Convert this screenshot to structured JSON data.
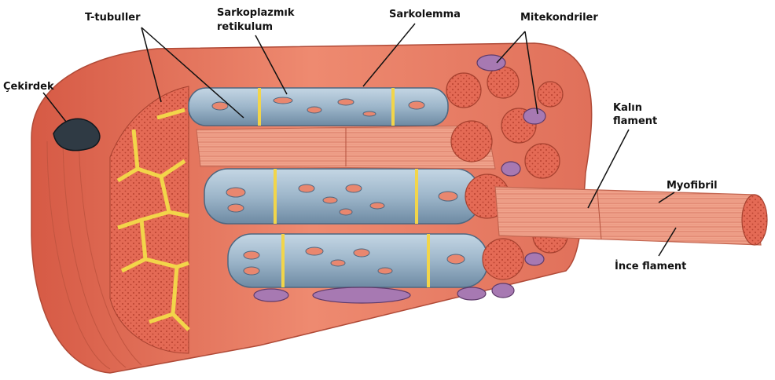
{
  "labels": {
    "t_tubuller": "T-tubuller",
    "sarkoplazmik_line1": "Sarkoplazmık",
    "sarkoplazmik_line2": "retikulum",
    "sarkolemma": "Sarkolemma",
    "mitekondriler": "Mitekondriler",
    "cekirdek": "Çekirdek",
    "kalin_line1": "Kalın",
    "kalin_line2": "flament",
    "myofibril": "Myofibril",
    "ince_flament": "İnce flament"
  },
  "colors": {
    "muscle": "#e8735a",
    "muscle_dark": "#c9503c",
    "myofibril": "#e8826b",
    "reticulum": "#9fb8cc",
    "reticulum_dark": "#56708a",
    "tubule": "#f2d54a",
    "mitochondria": "#a779b2",
    "nucleus": "#2f3a44"
  }
}
